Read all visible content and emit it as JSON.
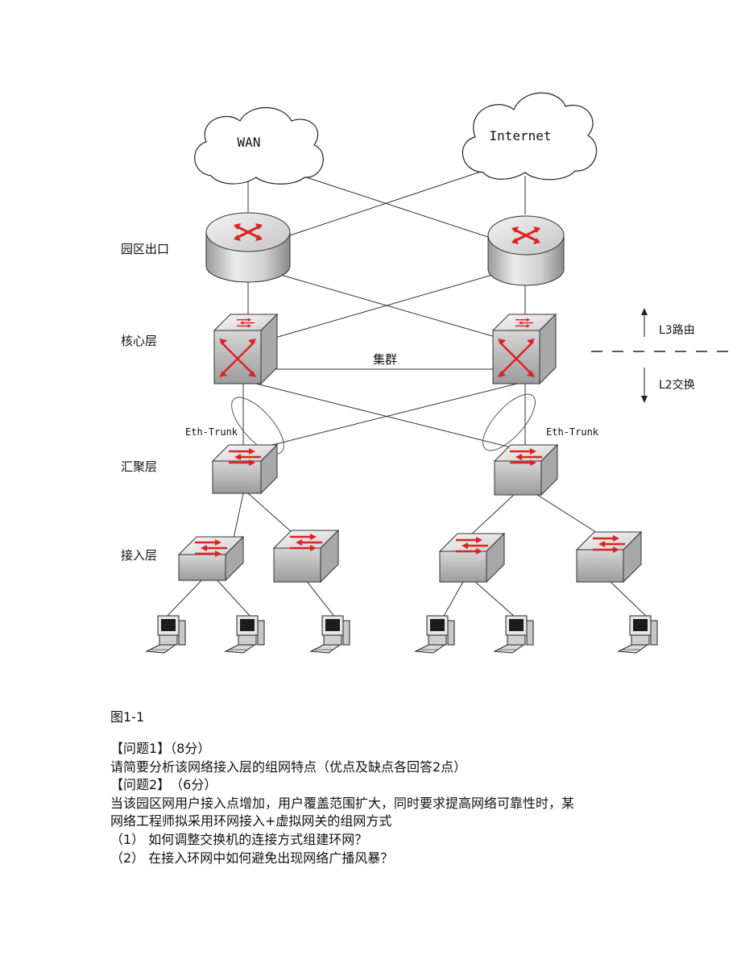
{
  "diagram": {
    "clouds": {
      "wan": "WAN",
      "internet": "Internet"
    },
    "layers": {
      "exit": "园区出口",
      "core": "核心层",
      "aggregation": "汇聚层",
      "access": "接入层"
    },
    "cluster": "集群",
    "trunk_left": "Eth-Trunk",
    "trunk_right": "Eth-Trunk",
    "l3": "L3路由",
    "l2": "L2交换"
  },
  "figure_caption": "图1-1",
  "questions": {
    "q1_title": "【问题1】（8分）",
    "q1_text": "请简要分析该网络接入层的组网特点（优点及缺点各回答2点）",
    "q2_title": "【问题2】　（6分）",
    "q2_text_1": "当该园区网用户接入点增加，用户覆盖范围扩大，同时要求提高网络可靠性时，某",
    "q2_text_2": "网络工程师拟采用环网接入+虚拟网关的组网方式",
    "q2_sub1": "（1） 如何调整交换机的连接方式组建环网？",
    "q2_sub2": "（2） 在接入环网中如何避免出现网络广播风暴？"
  }
}
